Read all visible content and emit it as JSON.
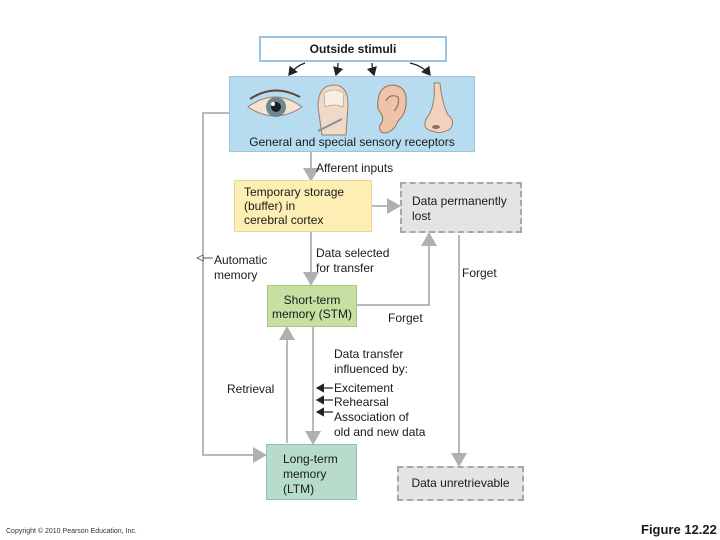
{
  "nodes": {
    "outside_stimuli": "Outside stimuli",
    "receptors": "General and special sensory receptors",
    "buffer": "Temporary storage\n(buffer) in\ncerebral cortex",
    "permanently_lost": "Data permanently\nlost",
    "stm": "Short-term\nmemory (STM)",
    "ltm": "Long-term\nmemory\n(LTM)",
    "unretrievable": "Data unretrievable"
  },
  "labels": {
    "afferent_inputs": "Afferent inputs",
    "automatic_memory": "Automatic\nmemory",
    "data_selected": "Data selected\nfor transfer",
    "forget_1": "Forget",
    "forget_2": "Forget",
    "transfer_influenced": "Data transfer\ninfluenced by:",
    "excitement": "Excitement",
    "rehearsal": "Rehearsal",
    "association": "Association of\nold and new data",
    "retrieval": "Retrieval"
  },
  "icons": [
    "eye-icon",
    "fingertip-icon",
    "ear-icon",
    "nose-icon"
  ],
  "footer": {
    "copyright": "Copyright © 2010 Pearson Education, Inc.",
    "figure": "Figure 12.22"
  },
  "colors": {
    "receptors": "#b7dcf0",
    "buffer": "#fdefb4",
    "stm": "#c6e0a2",
    "ltm": "#b7dccc",
    "lost": "#e4e4e4",
    "arrow_gray": "#b9b9b9"
  }
}
